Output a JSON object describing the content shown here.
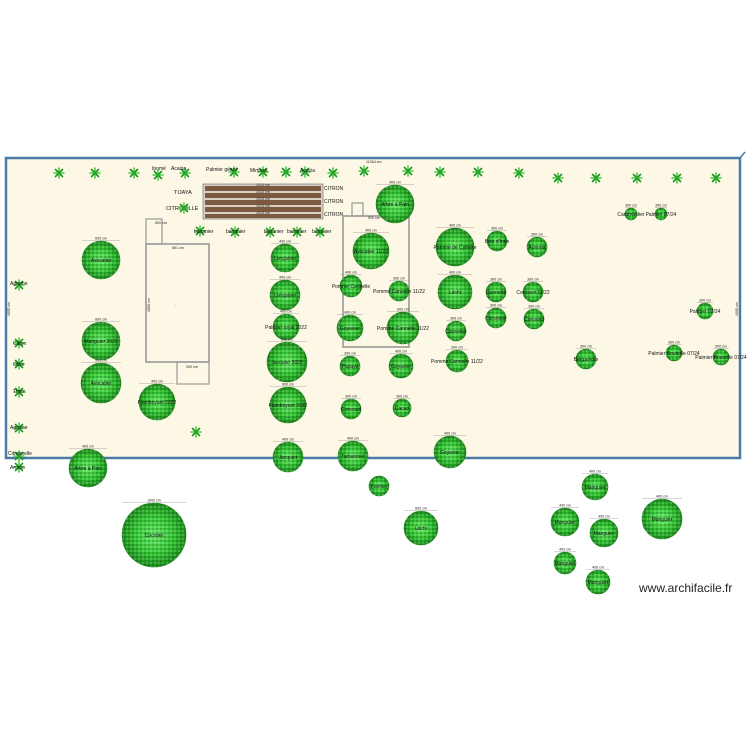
{
  "plan": {
    "overall_dimension": "11364 cm",
    "side_dimension": "4005 cm",
    "colors": {
      "garden_fill": "#fdf7e6",
      "garden_border": "#4a7aa6",
      "tree_light": "#3fd43f",
      "tree_dark": "#1f8a1f",
      "bed_brown": "#7b5a3f",
      "structure_grey": "#999999"
    },
    "beds": {
      "label_left_1": "TIJAYA",
      "label_left_2": "CITROUILLE",
      "bed_dimension": "1010 cm",
      "bed_label": "CITRON",
      "bed_count": 5
    },
    "structures": {
      "greenhouse_left": {
        "width": "851 cm",
        "height": "1600 cm",
        "small": "500 cm",
        "inner": "...",
        "door": "300 cm"
      },
      "greenhouse_right": {
        "width": "900 cm"
      }
    },
    "top_labels": [
      "Ipomé",
      "Acacia",
      "Palmier géant",
      "Mimosa",
      "Acacia"
    ],
    "left_labels": [
      "Agrume",
      "Citron",
      "Olive",
      "Thym",
      "Agrume",
      "Citronnelle",
      "Aromo"
    ],
    "bananier_labels": [
      "bananier",
      "bananier",
      "bananier",
      "bananier",
      "bananier"
    ],
    "trees": [
      {
        "label": "Avocatier",
        "dim": "600 cm"
      },
      {
        "label": "Manguier 2022",
        "dim": "600 cm"
      },
      {
        "label": "Avocatier",
        "dim": "500 cm"
      },
      {
        "label": "Flamboyant 2022",
        "dim": "400 cm"
      },
      {
        "label": "Arbre à Pain",
        "dim": "400 cm"
      },
      {
        "label": "Cocotier",
        "dim": "1000 cm"
      },
      {
        "label": "Longanier",
        "dim": "400 cm"
      },
      {
        "label": "Longanier",
        "dim": "400 cm"
      },
      {
        "label": "Palmier royal 2022",
        "dim": "400 cm"
      },
      {
        "label": "Jacquier 2022",
        "dim": "600 cm"
      },
      {
        "label": "Flamboyant 2022",
        "dim": "600 cm"
      },
      {
        "label": "Jacquier",
        "dim": "400 cm"
      },
      {
        "label": "Pomme Cannelle",
        "dim": "400 cm"
      },
      {
        "label": "Pomme Cannelle 11/22",
        "dim": "300 cm"
      },
      {
        "label": "Goyavier",
        "dim": "400 cm"
      },
      {
        "label": "Pomme Cannelle 11/22",
        "dim": "600 cm"
      },
      {
        "label": "Papaye",
        "dim": "300 cm"
      },
      {
        "label": "Goyavier",
        "dim": "400 cm"
      },
      {
        "label": "Corossol",
        "dim": "300 cm"
      },
      {
        "label": "Cacao",
        "dim": "300 cm"
      },
      {
        "label": "Tamarinier",
        "dim": "400 cm"
      },
      {
        "label": "Avocatier 11/22",
        "dim": "400 cm"
      },
      {
        "label": "Arbre à Pain",
        "dim": "400 cm"
      },
      {
        "label": "Pomme de Cythère",
        "dim": "400 cm"
      },
      {
        "label": "Litchi",
        "dim": "400 cm"
      },
      {
        "label": "Cannelier",
        "dim": "300 cm"
      },
      {
        "label": "Pomme Cannelle 11/22",
        "dim": "300 cm"
      },
      {
        "label": "Goyavier",
        "dim": "400 cm"
      },
      {
        "label": "Bois d'Inde",
        "dim": "300 cm"
      },
      {
        "label": "Acérola",
        "dim": "300 cm"
      },
      {
        "label": "Quenette",
        "dim": "300 cm"
      },
      {
        "label": "Citronnier",
        "dim": "300 cm"
      },
      {
        "label": "Corossol 11/22",
        "dim": "300 cm"
      },
      {
        "label": "Corossol",
        "dim": "300 cm"
      },
      {
        "label": "Bergamote",
        "dim": "300 cm"
      },
      {
        "label": "Carambolier",
        "dim": "300 cm"
      },
      {
        "label": "Palmier 07/24",
        "dim": "300 cm"
      },
      {
        "label": "Palmier 07/24",
        "dim": "300 cm"
      },
      {
        "label": "Palmier Bouteille 07/24",
        "dim": "300 cm"
      },
      {
        "label": "Palmier Bouteille 07/24",
        "dim": "300 cm"
      },
      {
        "label": "Manguier",
        "dim": "400 cm"
      },
      {
        "label": "Manguier",
        "dim": "400 cm"
      },
      {
        "label": "Manguier",
        "dim": "400 cm"
      },
      {
        "label": "Manguier",
        "dim": "400 cm"
      },
      {
        "label": "Manguier",
        "dim": "400 cm"
      },
      {
        "label": "Manguier",
        "dim": "400 cm"
      },
      {
        "label": "Litchi",
        "dim": "600 cm"
      },
      {
        "label": "Palmier",
        "dim": ""
      }
    ]
  },
  "watermark": "www.archifacile.fr"
}
